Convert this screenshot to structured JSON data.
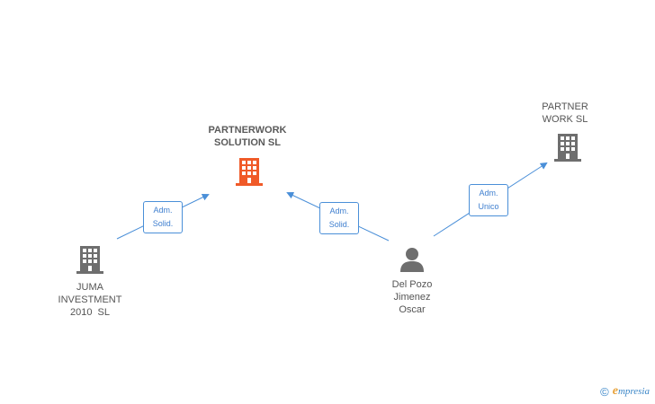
{
  "nodes": {
    "partnerwork_solution": {
      "line1": "PARTNERWORK",
      "line2": "SOLUTION SL",
      "icon": "building-icon",
      "color": "#f05a28"
    },
    "partner_work": {
      "line1": "PARTNER",
      "line2": "WORK SL",
      "icon": "building-icon",
      "color": "#6e6e6e"
    },
    "juma": {
      "line1": "JUMA",
      "line2": "INVESTMENT",
      "line3": "2010  SL",
      "icon": "building-icon",
      "color": "#6e6e6e"
    },
    "person": {
      "line1": "Del Pozo",
      "line2": "Jimenez",
      "line3": "Oscar",
      "icon": "person-icon",
      "color": "#6e6e6e"
    }
  },
  "edges": {
    "juma_to_pw": {
      "line1": "Adm.",
      "line2": "Solid."
    },
    "person_to_pw": {
      "line1": "Adm.",
      "line2": "Solid."
    },
    "person_to_partner": {
      "line1": "Adm.",
      "line2": "Unico"
    }
  },
  "footer": {
    "copyright": "©",
    "brand_initial": "e",
    "brand_rest": "mpresia"
  },
  "colors": {
    "edge": "#4a8fd8",
    "building_main": "#f05a28",
    "building_other": "#6e6e6e"
  }
}
